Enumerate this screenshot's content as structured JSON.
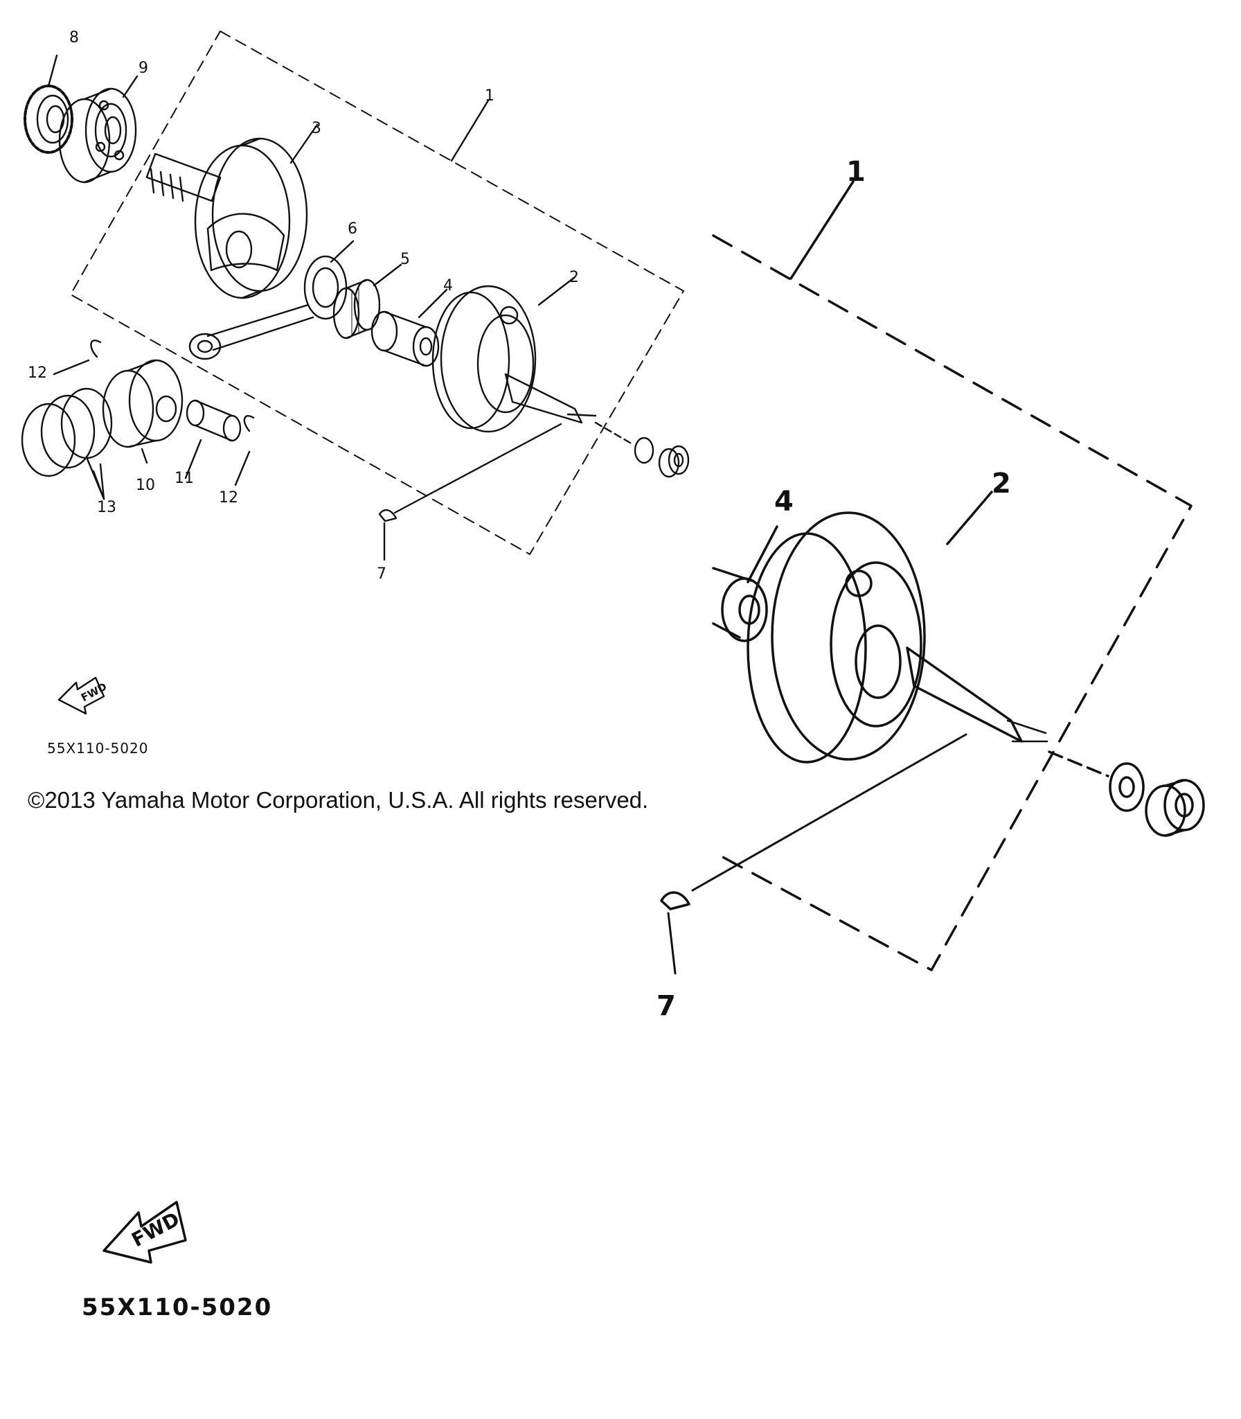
{
  "copyright": "©2013 Yamaha Motor Corporation, U.S.A. All rights reserved.",
  "overview": {
    "callouts": [
      "8",
      "9",
      "1",
      "3",
      "6",
      "5",
      "4",
      "2",
      "12",
      "13",
      "10",
      "11",
      "12",
      "7"
    ],
    "fwd_label": "FWD",
    "drawing_code": "55X110-5020"
  },
  "detail": {
    "callouts": [
      "1",
      "4",
      "2",
      "7"
    ],
    "fwd_label": "FWD",
    "drawing_code": "55X110-5020"
  }
}
